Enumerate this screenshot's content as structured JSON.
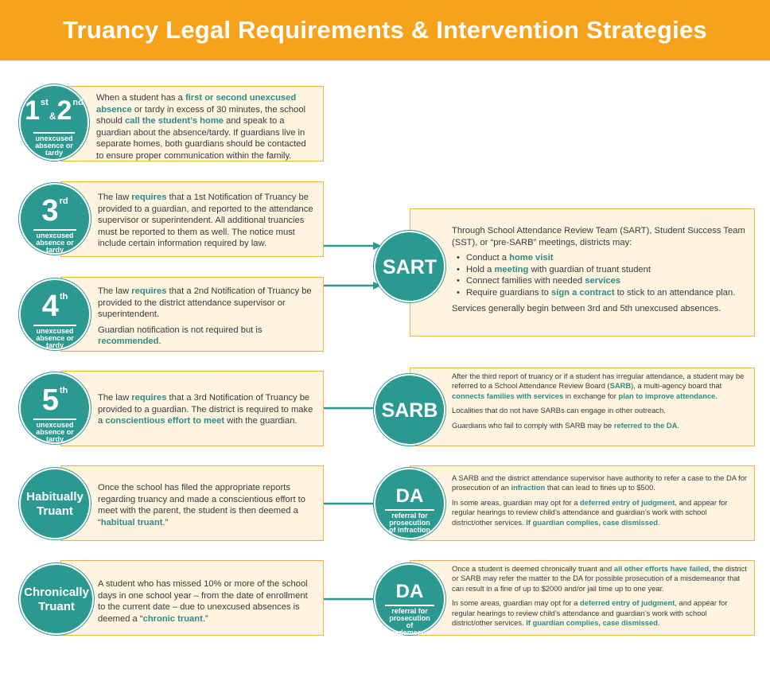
{
  "title": "Truancy Legal Requirements & Intervention Strategies",
  "colors": {
    "header": "#f7a21b",
    "teal": "#2b9990",
    "box_bg": "#fef4e0",
    "box_border": "#f3b04a"
  },
  "circles": {
    "c12": {
      "n1": "1",
      "s1": "st",
      "amp": "&",
      "n2": "2",
      "s2": "nd",
      "sub": "unexcused absence or tardy"
    },
    "c3": {
      "n": "3",
      "s": "rd",
      "sub": "unexcused absence or tardy"
    },
    "c4": {
      "n": "4",
      "s": "th",
      "sub": "unexcused absence or tardy"
    },
    "c5": {
      "n": "5",
      "s": "th",
      "sub": "unexcused absence or tardy"
    },
    "habitual": "Habitually Truant",
    "chronic": "Chronically Truant",
    "sart": "SART",
    "sarb": "SARB",
    "da1": {
      "label": "DA",
      "sub": "referral for prosecution of infraction"
    },
    "da2": {
      "label": "DA",
      "sub": "referral for prosecution of misdemeanor"
    }
  },
  "boxes": {
    "b12": {
      "a": "When a student has a ",
      "b": "first or second unexcused absence",
      "c": " or tardy in excess of 30 minutes, the school should ",
      "d": "call the student’s home",
      "e": " and speak to a guardian about the absence/tardy.  If guardians live in separate homes, both guardians should be contacted to ensure proper communication within the family."
    },
    "b3": {
      "a": "The law ",
      "b": "requires",
      "c": " that a 1st Notification of Truancy be provided to a guardian, and reported to the attendance supervisor or superintendent.  All additional truancies must be reported to them as well.  The notice must include certain information required by law."
    },
    "b4": {
      "a": "The law ",
      "b": "requires",
      "c": " that a 2nd Notification of Truancy be provided to the district attendance supervisor or superintendent.",
      "d": "Guardian notification is not required but is ",
      "e": "recommended",
      "f": "."
    },
    "b5": {
      "a": "The law ",
      "b": "requires",
      "c": " that a 3rd Notification of Truancy be provided to a guardian.  The district is required to make a ",
      "d": "conscientious effort to meet",
      "e": " with the guardian."
    },
    "bh": {
      "a": "Once the school has filed the appropriate reports regarding truancy and made a conscientious effort to meet with the parent, the student is then deemed a “",
      "b": "habitual truant",
      "c": ".”"
    },
    "bc": {
      "a": "A student who has missed 10% or more of the school days in one school year – from the date of enrollment to the current date – due to unexcused absences is deemed a “",
      "b": "chronic truant",
      "c": ".”"
    },
    "sart": {
      "intro": "Through School Attendance Review Team (SART), Student Success Team (SST), or “pre-SARB” meetings, districts may:",
      "l1a": "Conduct a ",
      "l1b": "home visit",
      "l2a": "Hold a ",
      "l2b": "meeting",
      "l2c": " with guardian of truant student",
      "l3a": "Connect families with needed ",
      "l3b": "services",
      "l4a": "Require guardians to ",
      "l4b": "sign a contract",
      "l4c": " to stick to an attendance plan.",
      "outro": "Services generally begin between 3rd and 5th unexcused absences."
    },
    "sarb": {
      "p1a": "After the third report of truancy or if a student has irregular attendance, a student may be referred to a School Attendance Review Board (",
      "p1b": "SARB",
      "p1c": "), a multi-agency board that ",
      "p1d": "connects families with services",
      "p1e": " in exchange for ",
      "p1f": "plan to improve attendance",
      "p1g": ".",
      "p2": "Localities that do not have SARBs can engage in other outreach.",
      "p3a": "Guardians who fail to comply with SARB may be ",
      "p3b": "referred to the DA",
      "p3c": "."
    },
    "da1": {
      "p1a": "A SARB and the district attendance supervisor have authority to refer a case to the DA for prosecution of an ",
      "p1b": "infraction",
      "p1c": " that can lead to fines up to $500.",
      "p2a": "In some areas, guardian may opt for a ",
      "p2b": "deferred entry of judgment",
      "p2c": ", and appear for regular hearings to review child’s attendance and guardian’s work with school district/other services.  ",
      "p2d": "If guardian complies, case dismissed",
      "p2e": "."
    },
    "da2": {
      "p1a": "Once a student is deemed chronically truant and ",
      "p1b": "all other efforts have failed",
      "p1c": ", the district or SARB may refer the matter to the DA for possible prosecution of a misdemeanor that can result in a fine of up to $2000 and/or jail time up to one year.",
      "p2a": "In some areas, guardian may opt for a ",
      "p2b": "deferred entry of judgment",
      "p2c": ", and appear for regular hearings to review child’s attendance and guardian’s work with school district/other services.  ",
      "p2d": "If guardian complies, case dismissed",
      "p2e": "."
    }
  }
}
